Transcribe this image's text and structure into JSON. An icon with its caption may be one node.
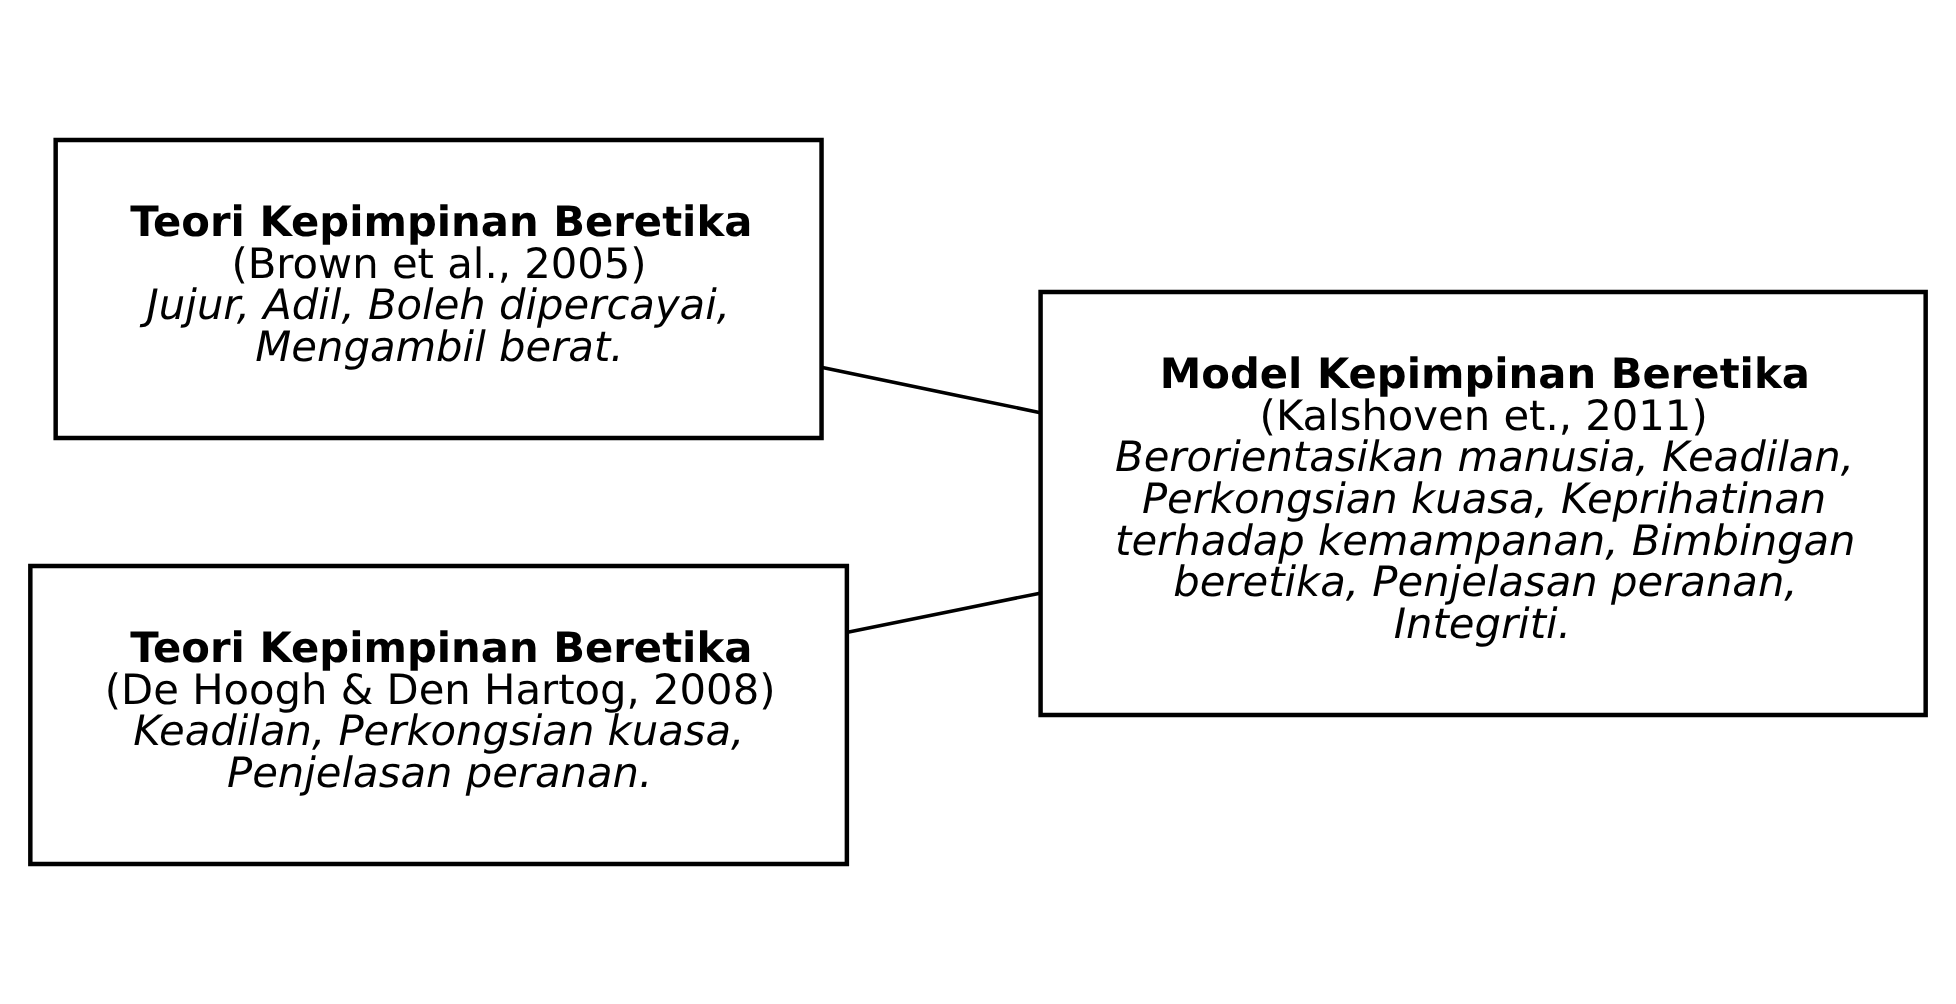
{
  "diagram": {
    "nodes": [
      {
        "text": [
          "Teori Kepimpinan Beretika",
          "(Brown et al., 2005)",
          "Jujur, Adil, Boleh dipercayai, Mengambil berat."
        ]
      },
      {
        "text": [
          "Teori Kepimpinan Beretika",
          "(De Hoogh & Den Hartog, 2008)",
          "Keadilan, Perkongsian kuasa, Penjelasan peranan."
        ]
      },
      {
        "text": [
          "Model Kepimpinan Beretika",
          "(Kalshoven et., 2011)",
          "Berorientasikan manusia, Keadilan, Perkongsian kuasa, Keprihatinan terhadap kemampanan, Bimbingan beretika, Penjelasan peranan, Integriti."
        ]
      }
    ],
    "edges": [
      {
        "from": 0,
        "to": 2,
        "arrow": "none"
      },
      {
        "from": 1,
        "to": 2,
        "arrow": "none"
      }
    ]
  }
}
